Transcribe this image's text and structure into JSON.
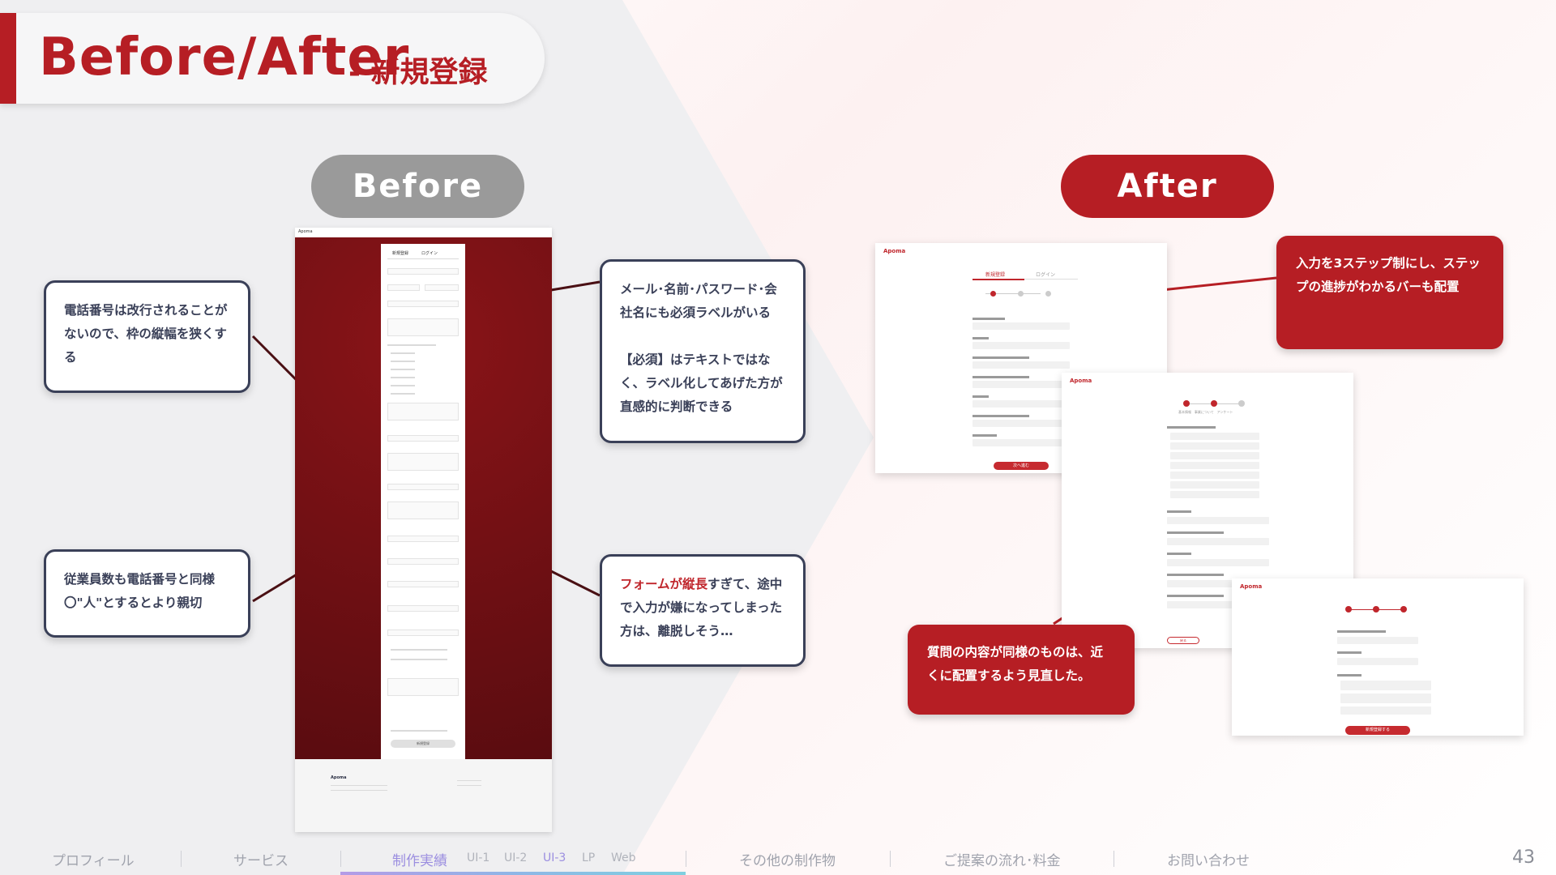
{
  "title": {
    "main": "Before/After",
    "sub": "- 新規登録"
  },
  "before_label": "Before",
  "after_label": "After",
  "callouts": {
    "phone": "電話番号は改行されることがないので、枠の縦幅を狭くする",
    "employees": "従業員数も電話番号と同様〇\"人\"とするとより親切",
    "required_1": "メール･名前･パスワード･会社名にも必須ラベルがいる",
    "required_2": "【必須】はテキストではなく、ラベル化してあげた方が直感的に判断できる",
    "long_form_red": "フォームが縦長",
    "long_form_rest": "すぎて、途中で入力が嫌になってしまった方は、離脱しそう…",
    "steps": "入力を3ステップ制にし、ステップの進捗がわかるバーも配置",
    "grouping": "質問の内容が同様のものは、近くに配置するよう見直した。"
  },
  "before_shot": {
    "brand": "Apoma",
    "tabs": [
      "新規登録",
      "ログイン"
    ],
    "submit": "新規登録",
    "footer_brand": "Apoma"
  },
  "after_shots": {
    "brand": "Apoma",
    "tabs": [
      "新規登録",
      "ログイン"
    ],
    "steps": [
      "基本情報",
      "事業について",
      "アンケート"
    ],
    "next": "次へ進む",
    "back": "戻る",
    "register": "新規登録する"
  },
  "nav": {
    "items": [
      "プロフィール",
      "サービス",
      "制作実績",
      "その他の制作物",
      "ご提案の流れ･料金",
      "お問い合わせ"
    ],
    "subitems": [
      "UI-1",
      "UI-2",
      "UI-3",
      "LP",
      "Web"
    ],
    "active_item": "制作実績",
    "active_sub": "UI-3"
  },
  "page_number": "43",
  "colors": {
    "accent": "#b61e24",
    "navy": "#3a4058",
    "pill_gray": "#9a9a9a",
    "nav_active": "#9b8ee0"
  }
}
